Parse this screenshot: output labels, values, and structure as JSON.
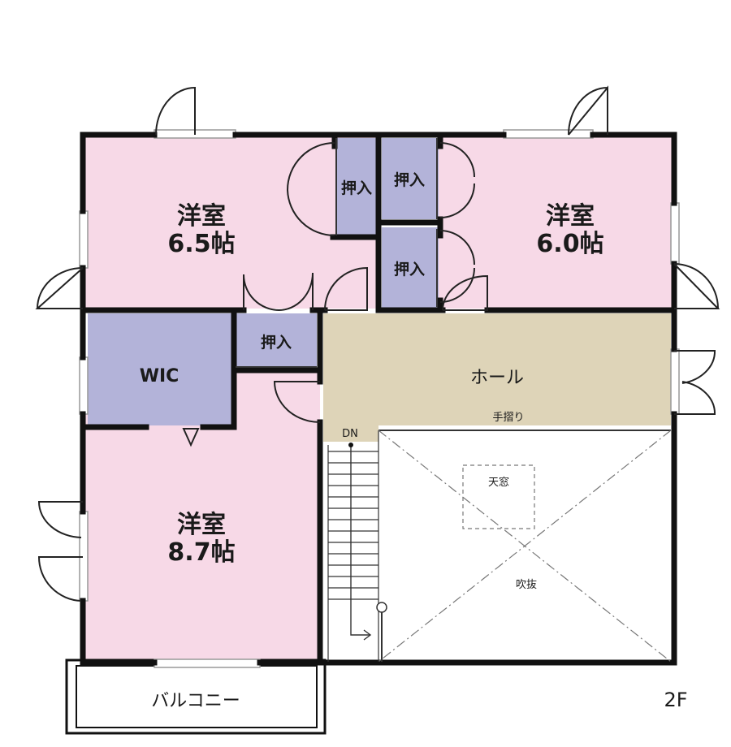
{
  "plan": {
    "floor": "2F",
    "colors": {
      "bedroom": "#f7d9e7",
      "storage": "#b3b3d9",
      "hall": "#ded4b8",
      "wall": "#111111"
    },
    "rooms": {
      "bedroom_a": {
        "name": "洋室",
        "size": "6.5帖"
      },
      "bedroom_b": {
        "name": "洋室",
        "size": "6.0帖"
      },
      "bedroom_c": {
        "name": "洋室",
        "size": "8.7帖"
      },
      "closet_1": {
        "name": "押入"
      },
      "closet_2": {
        "name": "押入"
      },
      "closet_3": {
        "name": "押入"
      },
      "closet_4": {
        "name": "押入"
      },
      "wic": {
        "name": "WIC"
      },
      "hall": {
        "name": "ホール"
      },
      "void": {
        "name": "吹抜"
      },
      "balcony": {
        "name": "バルコニー"
      }
    },
    "annotations": {
      "handrail": "手摺り",
      "skylight": "天窓",
      "stairs_down": "DN"
    }
  }
}
